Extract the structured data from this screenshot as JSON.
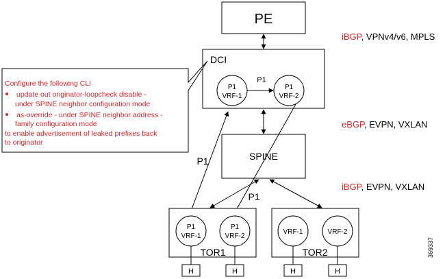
{
  "nodes": {
    "pe": "PE",
    "dci": "DCI",
    "spine": "SPINE",
    "tor1": "TOR1",
    "tor2": "TOR2",
    "host": "H"
  },
  "circles": {
    "dci_left": {
      "line1": "P1",
      "line2": "VRF-1"
    },
    "dci_right": {
      "line1": "P1",
      "line2": "VRF-2"
    },
    "tor1_left": {
      "line1": "P1",
      "line2": "VRF-1"
    },
    "tor1_right": {
      "line1": "P1",
      "line2": "VRF-2"
    },
    "tor2_left": {
      "line2": "VRF-1"
    },
    "tor2_right": {
      "line2": "VRF-2"
    }
  },
  "edge_labels": {
    "dci_internal": "P1",
    "tor_to_dci": "P1",
    "dci_to_tor": "P1"
  },
  "protocols": [
    {
      "red": "iBGP",
      "rest": ", VPNv4/v6, MPLS"
    },
    {
      "red": "eBGP",
      "rest": ", EVPN, VXLAN"
    },
    {
      "red": "iBGP",
      "rest": ", EVPN, VXLAN"
    }
  ],
  "callout": {
    "title": "Configure the following CLI",
    "bullets": [
      [
        "update out originator-loopcheck disable -",
        "under SPINE neighbor configuration mode"
      ],
      [
        "as-override - under SPINE neighbor address -",
        "family configuration mode"
      ]
    ],
    "footer": [
      "to enable advertisement of leaked prefixes back",
      "to originator"
    ]
  },
  "figure_id": "369337",
  "colors": {
    "accent": "#d0262b",
    "line": "#000000"
  }
}
